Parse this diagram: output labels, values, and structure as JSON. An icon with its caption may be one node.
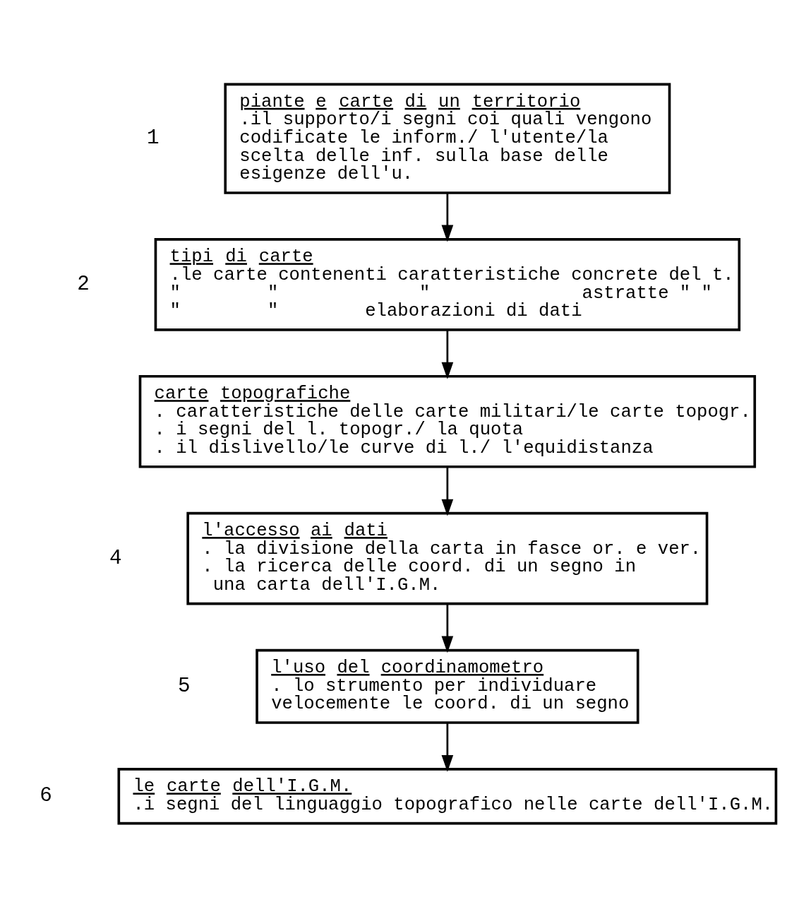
{
  "diagram": {
    "nodes": [
      {
        "text": [
          "piante e carte di un territorio",
          ".il supporto/i segni coi quali vengono codificate le inform./ l'utente/la scelta delle inf. sulla base delle esigenze dell'u."
        ],
        "beside": [
          "1"
        ]
      },
      {
        "text": [
          "tipi di carte",
          ".le carte contenenti caratteristiche concrete del t.",
          "\"        \"             \"              astratte \" \"",
          "\"        \"        elaborazioni di dati"
        ],
        "beside": [
          "2"
        ]
      },
      {
        "text": [
          "carte topografiche",
          ". caratteristiche delle carte militari/le carte topogr.",
          ". i segni del l. topogr./ la quota",
          ". il dislivello/le curve di l./ l'equidistanza"
        ]
      },
      {
        "text": [
          "l'accesso ai dati",
          ". la divisione della carta in fasce or. e ver.",
          ". la ricerca delle coord. di un segno in una carta dell'I.G.M."
        ],
        "beside": [
          "4"
        ]
      },
      {
        "text": [
          "l'uso del coordinamometro",
          ". lo strumento per individuare velocemente le coord. di un segno"
        ],
        "beside": [
          "5"
        ]
      },
      {
        "text": [
          "le carte dell'I.G.M.",
          ".i segni del linguaggio topografico nelle carte dell'I.G.M."
        ],
        "beside": [
          "6"
        ]
      }
    ],
    "edges": [
      {
        "from": 0,
        "to": 1,
        "arrow": "to"
      },
      {
        "from": 1,
        "to": 2,
        "arrow": "to"
      },
      {
        "from": 2,
        "to": 3,
        "arrow": "to"
      },
      {
        "from": 3,
        "to": 4,
        "arrow": "to"
      },
      {
        "from": 4,
        "to": 5,
        "arrow": "to"
      }
    ]
  }
}
